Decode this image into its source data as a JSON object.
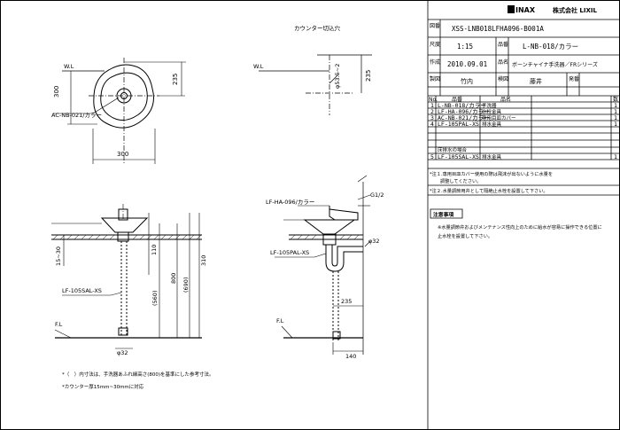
{
  "drawing": {
    "counter_cutout_label": "カウンター切込穴",
    "wl": "W.L",
    "fl": "F.L",
    "dims": {
      "w300_top": "300",
      "h300_side": "300",
      "h235_left": "235",
      "h235_right": "235",
      "dia_hole": "φ53.5~2",
      "h310": "310",
      "h110": "110",
      "h15_30": "15~30",
      "h560": "(560)",
      "h800": "800",
      "h690": "(690)",
      "dia32_left": "φ32",
      "dia32_right": "φ32",
      "w235_bottom": "235",
      "w140_bottom": "140",
      "g12": "G1/2"
    },
    "parts": {
      "ac_nb": "AC-NB-021/カラー",
      "lf_ha": "LF-HA-096/カラー",
      "lf_105sal": "LF-105SAL-XS",
      "lf_105pal": "LF-105PAL-XS"
    },
    "footnotes": [
      "*（　）内寸法は、手洗器あふれ縁高さ(800)を基準にした参考寸法。",
      "*カウンター厚15mm~30mmに対応"
    ]
  },
  "titleblock": {
    "brand_inax": "INAX",
    "brand_company": "株式会社 LIXIL",
    "label_zuban": "図番",
    "zuban": "XSS-LNB018LFHA096-B001A",
    "label_shakudo": "尺度",
    "shakudo": "1:15",
    "label_hinban": "品番",
    "hinban": "L-NB-018/カラー",
    "label_sakusei": "作成",
    "sakusei": "2010.09.01",
    "label_hinmei": "品名",
    "hinmei": "ボーンチャイナ手洗器／FRシリーズ",
    "label_seizu": "製図",
    "seizu": "竹内",
    "label_kennin": "検図",
    "kennin": "藤井",
    "label_hatten": "発番",
    "parts_header": {
      "no": "No.",
      "hinban": "品番",
      "hinmei": "品名",
      "qty": "数"
    },
    "parts_rows": [
      {
        "no": "1",
        "hinban": "L-NB-018/カラー",
        "hinmei": "手洗器",
        "qty": "1"
      },
      {
        "no": "2",
        "hinban": "LF-HA-096/カラー",
        "hinmei": "水栓金具",
        "qty": "1"
      },
      {
        "no": "3",
        "hinban": "AC-NB-021/カラー",
        "hinmei": "専用目皿カバー",
        "qty": "1"
      },
      {
        "no": "4",
        "hinban": "LF-105PAL-XS",
        "hinmei": "排水金具",
        "qty": "1"
      }
    ],
    "floor_drain_label": "床排水の場合",
    "floor_row": {
      "no": "5",
      "hinban": "LF-105SAL-XS",
      "hinmei": "排水金具",
      "qty": "1"
    },
    "note1a": "*注１.専用目皿カバー使用の際は飛沫が出ないように水量を",
    "note1b": "調整してください。",
    "note2": "*注２.水量調節用弁として隔絶止水栓を設置して下さい。",
    "caution_title": "注意事項",
    "caution1": "※水量調節弁およびメンテナンス性向上のために給水が容易に操作できる位置に",
    "caution2": "止水栓を設置して下さい。"
  }
}
